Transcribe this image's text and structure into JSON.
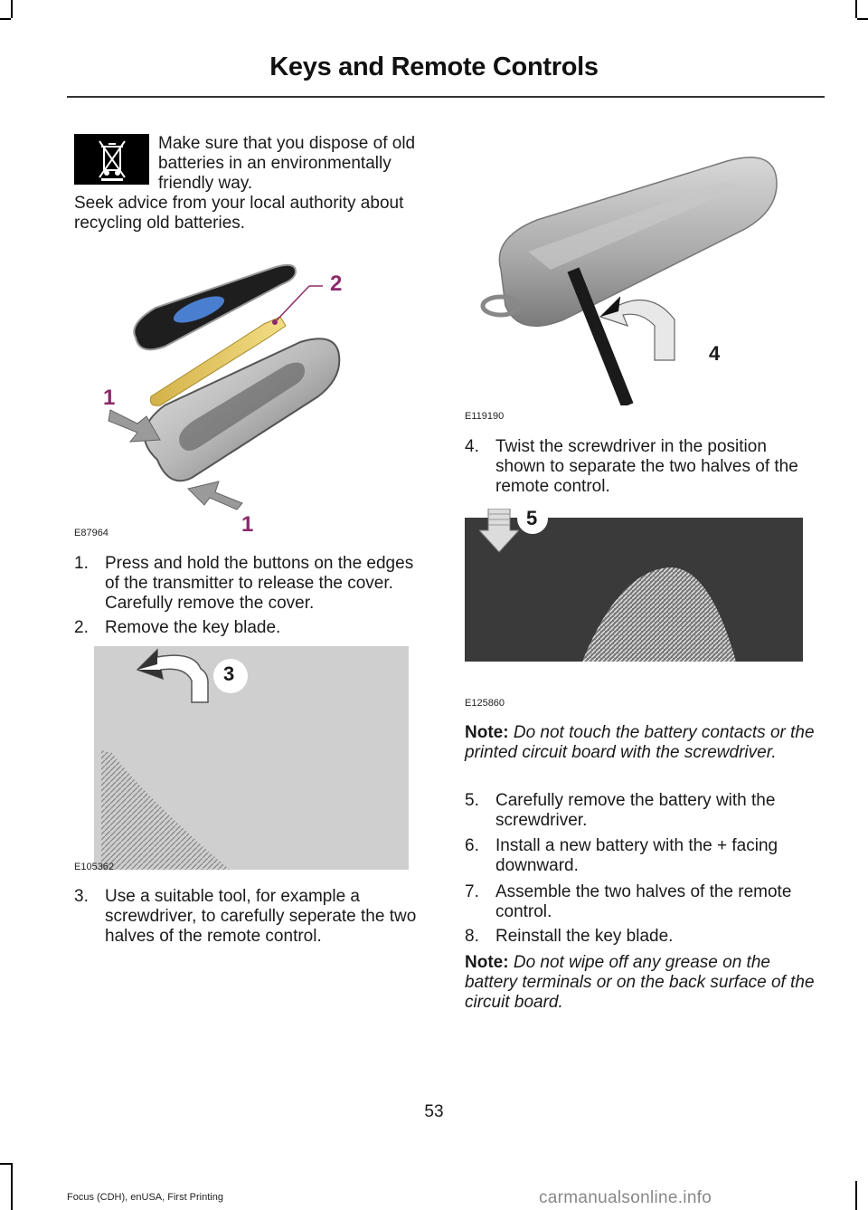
{
  "header": {
    "title": "Keys and Remote Controls"
  },
  "intro": {
    "weee_text": "Make sure that you dispose of old batteries in an environmentally friendly way.",
    "recycle_text": "Seek advice from your local authority about recycling old batteries."
  },
  "figures": {
    "fig1": {
      "code": "E87964",
      "callouts": [
        "2",
        "1",
        "1"
      ]
    },
    "fig2": {
      "code": "E105362",
      "callouts": [
        "3"
      ]
    },
    "fig3": {
      "code": "E119190",
      "callouts": [
        "4"
      ]
    },
    "fig4": {
      "code": "E125860",
      "callouts": [
        "5"
      ]
    }
  },
  "left_steps": [
    {
      "num": "1.",
      "text": "Press and hold the buttons on the edges of the transmitter to release the cover.  Carefully remove the cover."
    },
    {
      "num": "2.",
      "text": "Remove the key blade."
    },
    {
      "num": "3.",
      "text": "Use a suitable tool, for example a screwdriver, to carefully seperate the two halves of the remote control."
    }
  ],
  "right_steps": [
    {
      "num": "4.",
      "text": "Twist the screwdriver in the position shown to separate the two halves of the remote control."
    },
    {
      "num": "5.",
      "text": "Carefully remove the battery with the screwdriver."
    },
    {
      "num": "6.",
      "text": "Install a new battery with the + facing downward."
    },
    {
      "num": "7.",
      "text": "Assemble the two halves of the remote control."
    },
    {
      "num": "8.",
      "text": "Reinstall the key blade."
    }
  ],
  "notes": [
    {
      "label": "Note:",
      "text": "Do not touch the battery contacts or the printed circuit board with the screwdriver."
    },
    {
      "label": "Note:",
      "text": "Do not wipe off any grease on the battery terminals or on the back surface of the circuit board."
    }
  ],
  "footer": {
    "page_number": "53",
    "edition": "Focus (CDH), enUSA, First Printing",
    "watermark": "carmanualsonline.info"
  },
  "colors": {
    "callout_magenta": "#8b2a6a",
    "callout_dark": "#1a1a1a",
    "figure_gray": "#d0d0d0",
    "figure_dark": "#3a3a3a"
  }
}
